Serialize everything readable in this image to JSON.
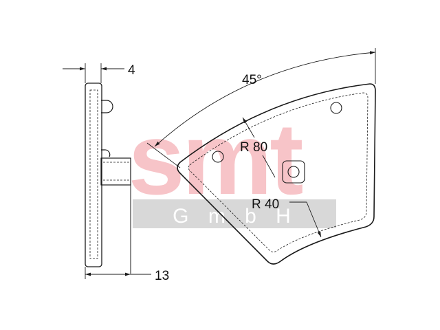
{
  "watermark": {
    "main": "smt",
    "sub": "G m b H",
    "main_color": "#f7c4c8",
    "band_color": "#d8d8d8",
    "sub_color": "#ffffff"
  },
  "dimensions": {
    "thickness": "4",
    "width": "13",
    "angle": "45°",
    "outer_radius": "R 80",
    "inner_radius": "R 40"
  },
  "line_color": "#1a1a1a"
}
